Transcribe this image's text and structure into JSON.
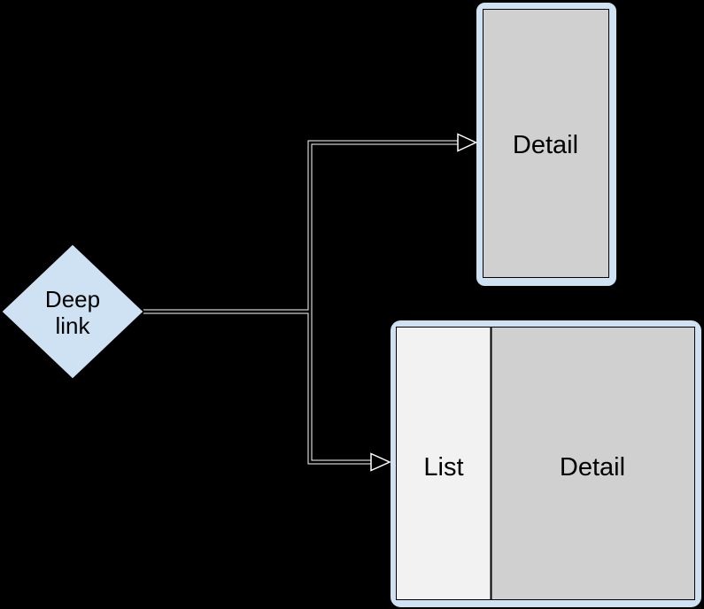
{
  "diagram": {
    "colors": {
      "background": "#000000",
      "node_fill_blue": "#cfe2f3",
      "frame_fill_blue": "#cfe2f3",
      "screen_gray": "#d0d0d0",
      "list_panel_light": "#f2f2f2",
      "outline_black": "#000000",
      "connector_casing_white": "#ffffff",
      "connector_core_black": "#000000",
      "text_black": "#000000"
    },
    "nodes": {
      "deep_link": {
        "shape": "diamond",
        "label_line1": "Deep",
        "label_line2": "link"
      },
      "detail_screen": {
        "shape": "rounded-frame-portrait",
        "label": "Detail"
      },
      "list_detail_screen": {
        "shape": "rounded-frame-landscape",
        "list_label": "List",
        "detail_label": "Detail"
      }
    },
    "edges": [
      {
        "from": "deep_link",
        "to": "detail_screen",
        "style": "elbow-open-arrow"
      },
      {
        "from": "deep_link",
        "to": "list_detail_screen",
        "style": "elbow-open-arrow"
      }
    ]
  }
}
